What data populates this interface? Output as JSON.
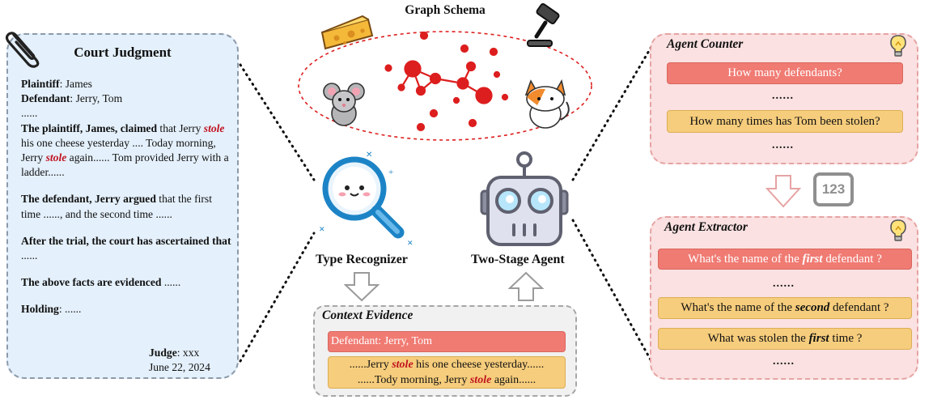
{
  "court": {
    "title": "Court Judgment",
    "plaintiff_label": "Plaintiff",
    "plaintiff_value": ": James",
    "defendant_label": "Defendant",
    "defendant_value": ": Jerry, Tom",
    "ellipsis": "......",
    "claim_lead": "The plaintiff, James, claimed",
    "claim_t1": " that Jerry ",
    "stole": "stole",
    "claim_t2": " his one cheese yesterday .... Today morning, Jerry ",
    "claim_t3": " again...... Tom provided Jerry with a ladder......",
    "argue_lead": "The defendant, Jerry argued",
    "argue_rest": " that the first time ......, and the second time ......",
    "trial_lead": "After the trial, the court has ascertained that",
    "trial_rest": " ......",
    "facts_lead": "The above facts are evidenced",
    "facts_rest": " ......",
    "holding_label": "Holding",
    "holding_rest": ": ......",
    "judge_label": "Judge",
    "judge_value": ": xxx",
    "date": "June 22, 2024"
  },
  "schema": {
    "title": "Graph Schema"
  },
  "type_recognizer": {
    "label": "Type Recognizer"
  },
  "two_stage_agent": {
    "label": "Two-Stage Agent"
  },
  "context": {
    "title": "Context Evidence",
    "red_line": "Defendant: Jerry, Tom",
    "y1_a": "......Jerry ",
    "y1_b": " his one cheese yesterday......",
    "y2_a": "......Tody morning, Jerry ",
    "y2_b": " again......",
    "stole": "stole"
  },
  "agent_counter": {
    "title": "Agent Counter",
    "q1": "How many defendants?",
    "q2": "How many times has Tom been stolen?",
    "dots": "......"
  },
  "counter_badge": "123",
  "agent_extractor": {
    "title": "Agent Extractor",
    "q1_a": "What's the name of the ",
    "q1_em": "first",
    "q1_b": " defendant ?",
    "q2_a": "What's the name of the ",
    "q2_em": "second",
    "q2_b": " defendant ?",
    "q3_a": "What was stolen the ",
    "q3_em": "first",
    "q3_b": " time ?",
    "dots": "......"
  },
  "colors": {
    "court_bg": "#e4f0fb",
    "agent_bg": "#fbe1e1",
    "red_bar": "#f07b73",
    "yellow_bar": "#f6cd7c",
    "graph_red": "#dd1e1e",
    "stole_red": "#c1121f"
  }
}
